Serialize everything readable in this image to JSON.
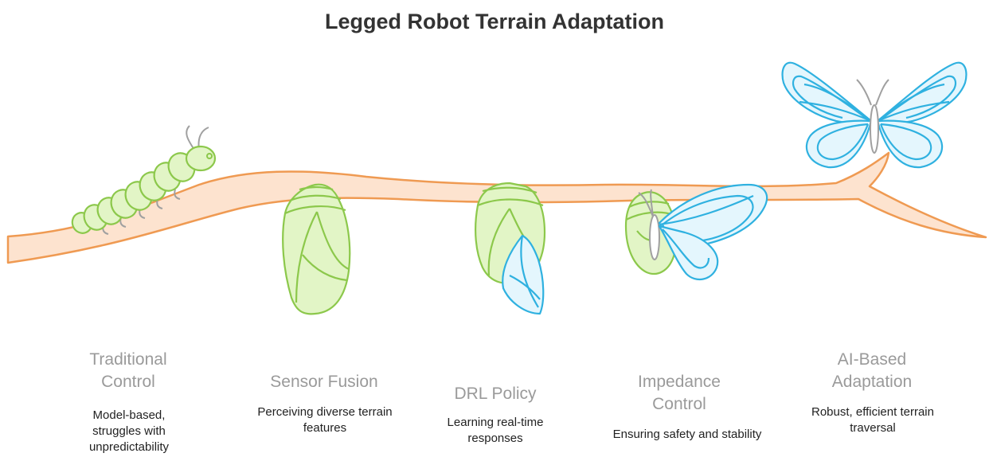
{
  "title": "Legged Robot Terrain Adaptation",
  "colors": {
    "branch_fill": "#fde3cf",
    "branch_stroke": "#ef9a52",
    "green_fill": "#e2f5c6",
    "green_stroke": "#8cc84b",
    "blue_fill": "#e4f6fd",
    "blue_stroke": "#2fb1e0",
    "antenna": "#a0a0a0"
  },
  "stages": [
    {
      "icon": "caterpillar",
      "heading": "Traditional Control",
      "description": "Model-based, struggles with unpredictability"
    },
    {
      "icon": "cocoon",
      "heading": "Sensor Fusion",
      "description": "Perceiving diverse terrain features"
    },
    {
      "icon": "cocoon-with-wing",
      "heading": "DRL Policy",
      "description": "Learning real-time responses"
    },
    {
      "icon": "emerging-butterfly",
      "heading": "Impedance Control",
      "description": "Ensuring safety and stability"
    },
    {
      "icon": "butterfly",
      "heading": "AI-Based Adaptation",
      "description": "Robust, efficient terrain traversal"
    }
  ]
}
